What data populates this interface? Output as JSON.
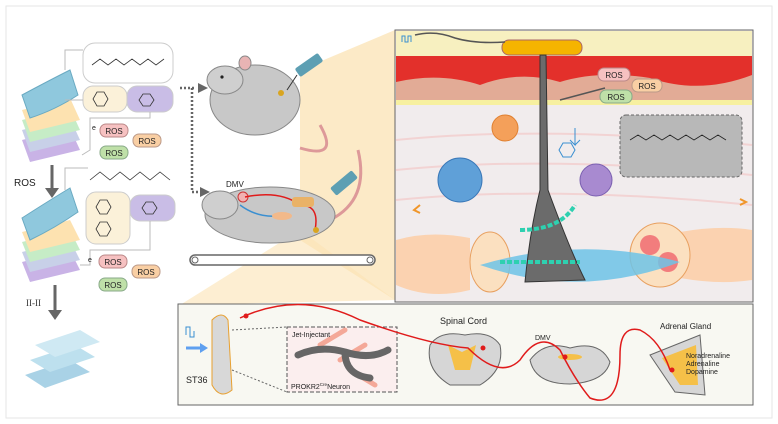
{
  "left": {
    "ros_label": "ROS",
    "ii_label": "II-II",
    "electron": "e",
    "ros_badges": [
      "ROS",
      "ROS",
      "ROS"
    ]
  },
  "mice": {
    "dmv_label": "DMV"
  },
  "micro_panel": {
    "ros_badges": [
      "ROS",
      "ROS",
      "ROS"
    ]
  },
  "bottom_panel": {
    "st36": "ST36",
    "jet_injectant": "Jet-Injectant",
    "neuron_label": "PROKR2",
    "neuron_sup": "Cre",
    "neuron_suffix": "Neuron",
    "spinal_cord": "Spinal Cord",
    "dmv": "DMV",
    "adrenal_gland": "Adrenal Gland",
    "hormones": [
      "Noradrenaline",
      "Adrenaline",
      "Dopamine"
    ]
  },
  "colors": {
    "ros_pink": "#f6c1c1",
    "ros_orange": "#f9cfa4",
    "ros_green": "#bfe0a8",
    "nerve_red": "#e01b1b",
    "highlight": "#fbe3b4"
  }
}
